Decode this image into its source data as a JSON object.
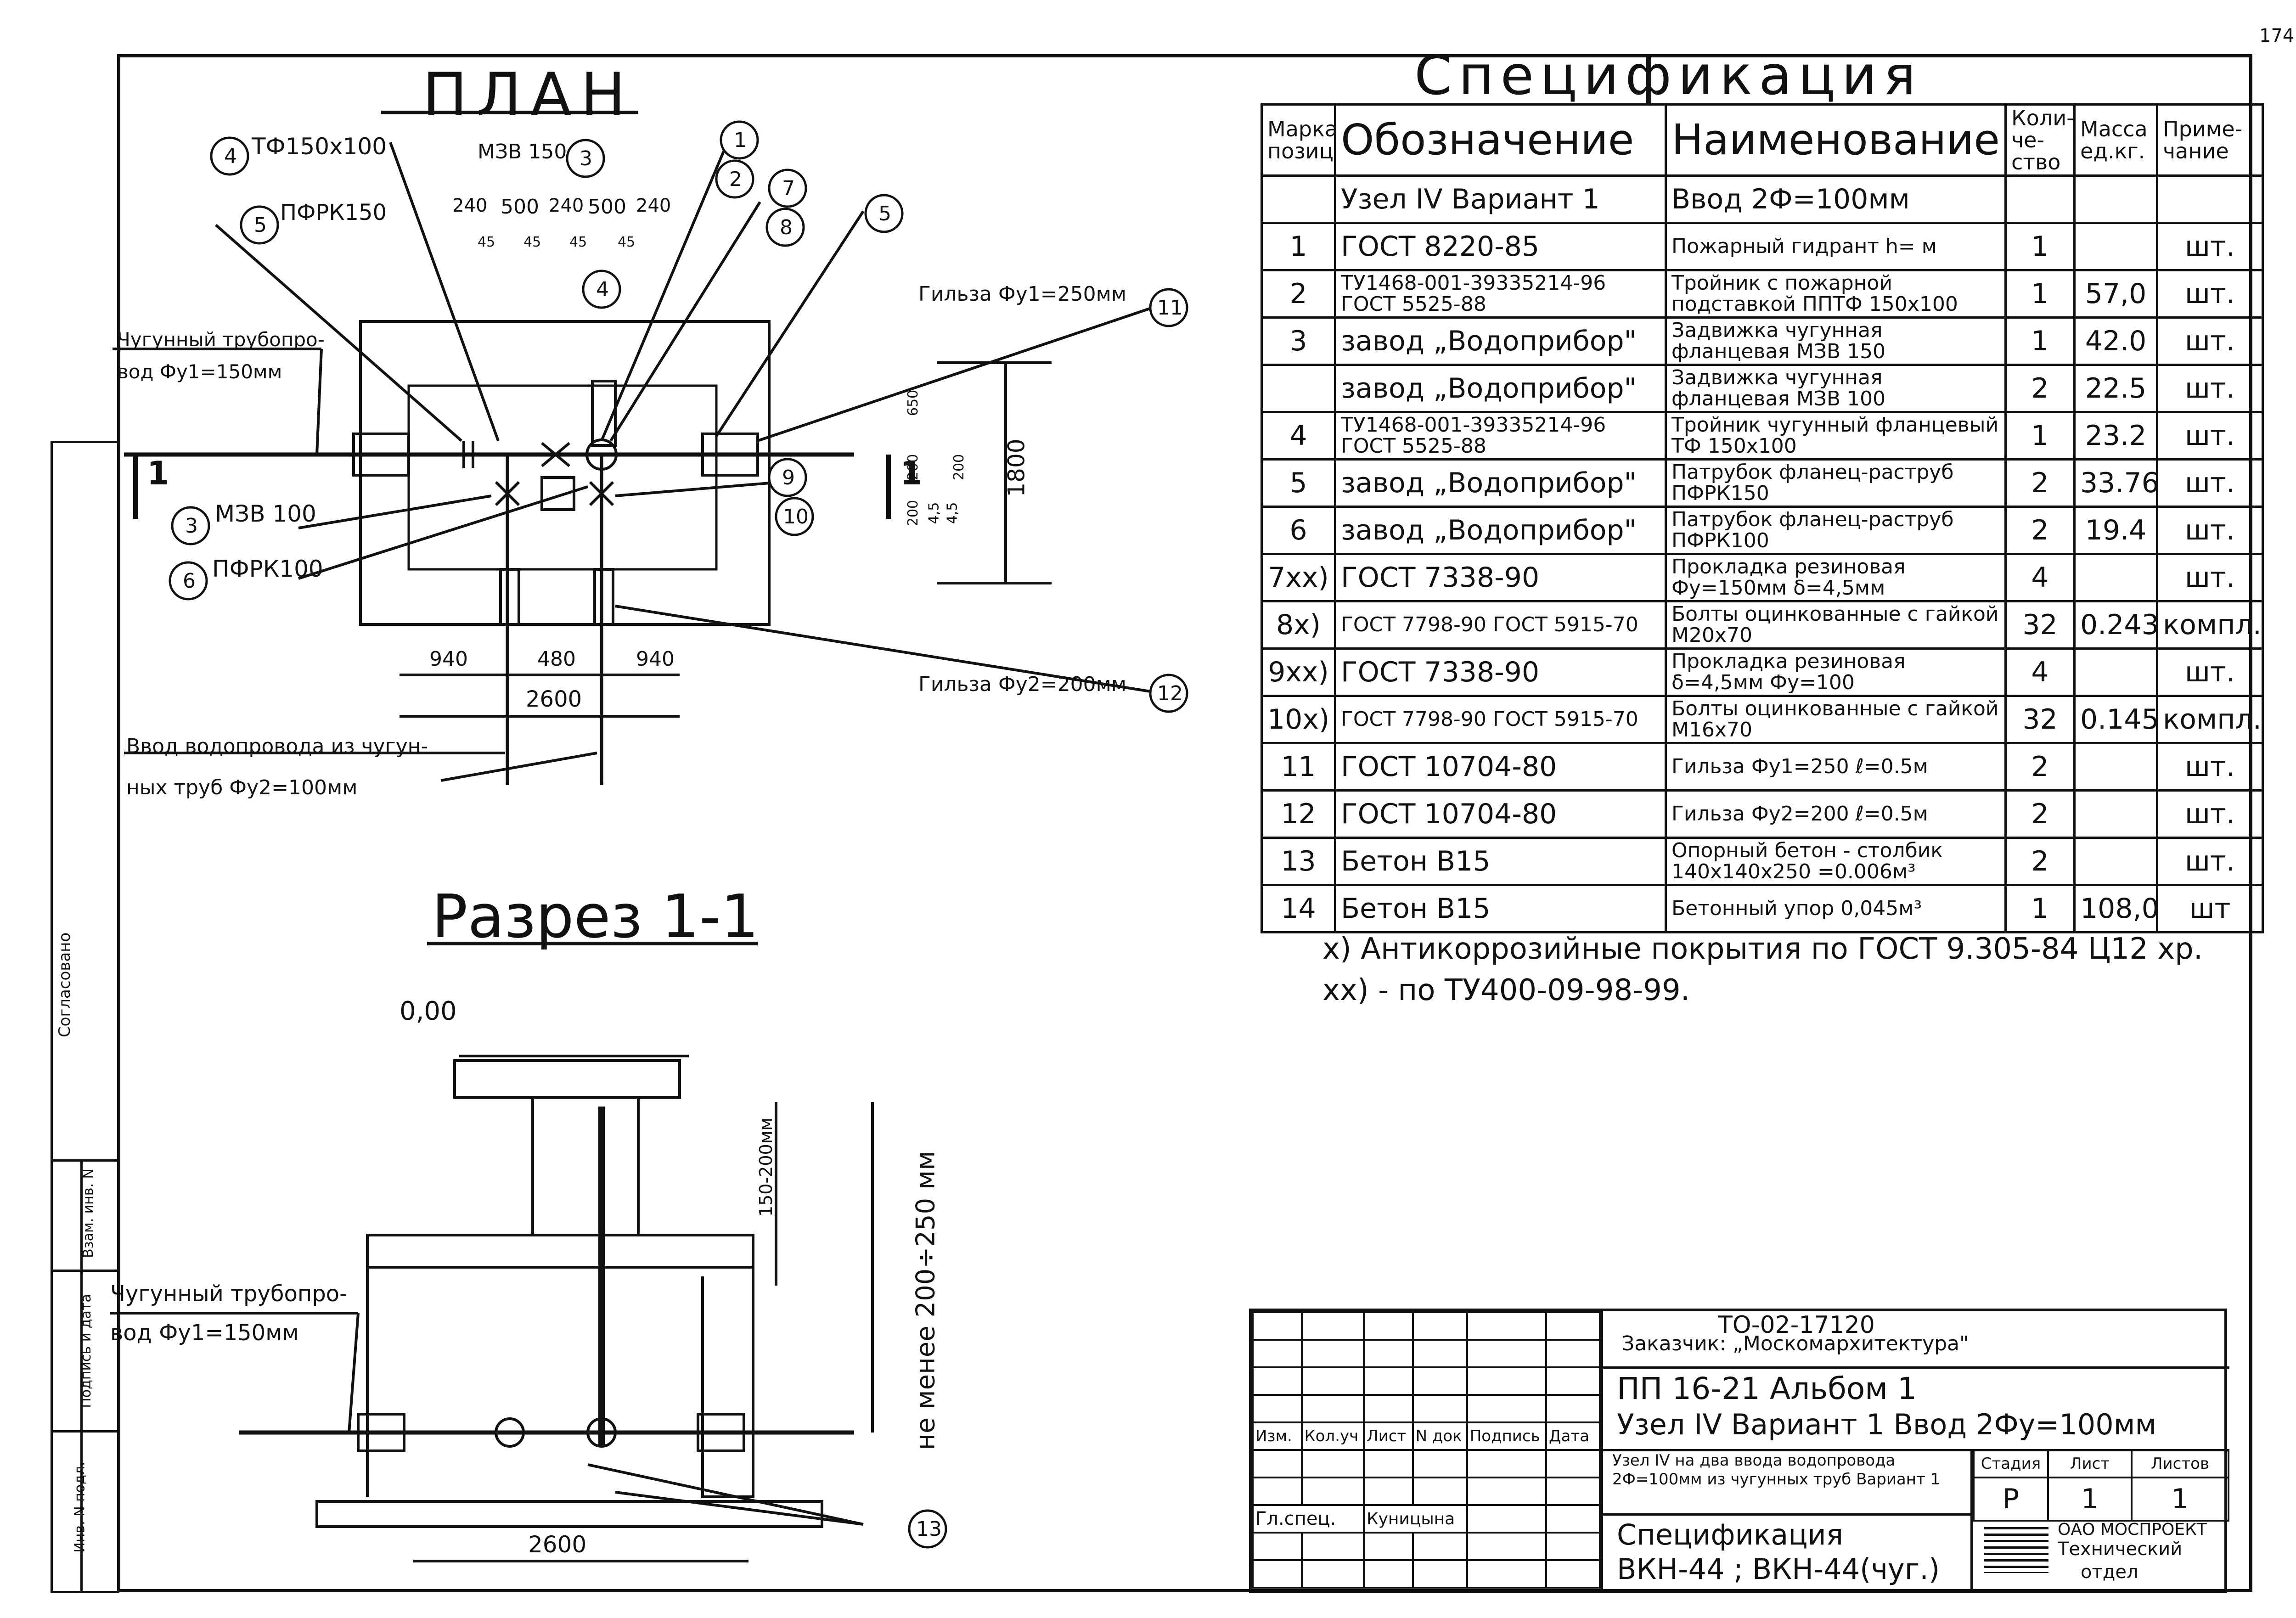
{
  "page_number": "174",
  "side_stamp": {
    "agreed": "Согласовано",
    "inv_no": "Взам. инв. N",
    "sign_date": "Подпись и дата",
    "inv_podl": "Инв. N подл."
  },
  "plan": {
    "title": "ПЛАН",
    "labels": {
      "tf": "ТФ150х100",
      "mzv150": "МЗВ 150",
      "pfrk150": "ПФРК150",
      "mzv100": "МЗВ 100",
      "pfrk100": "ПФРК100",
      "pipe_main_1": "Чугунный трубопро-",
      "pipe_main_2": "вод Фу1=150мм",
      "sleeve1": "Гильза Фу1=250мм",
      "sleeve2": "Гильза Фу2=200мм",
      "inlet_1": "Ввод водопровода из чугун-",
      "inlet_2": "ных труб Фу2=100мм",
      "section_mark": "1"
    },
    "dims_top": [
      "240",
      "500",
      "240",
      "500",
      "240"
    ],
    "dims_top_small": [
      "45",
      "45",
      "45",
      "45"
    ],
    "dims_bottom": [
      "940",
      "480",
      "940"
    ],
    "dim_total": "2600",
    "dim_right": "1800",
    "dims_right_small": [
      "650",
      "200",
      "4,5",
      "4,5",
      "200",
      "200"
    ],
    "callouts": [
      "1",
      "2",
      "3",
      "4",
      "5",
      "6",
      "7",
      "8",
      "9",
      "10",
      "11",
      "12"
    ]
  },
  "section": {
    "title": "Разрез 1-1",
    "level": "0,00",
    "depth_label": "150-200мм",
    "height_label": "не менее 200÷250 мм",
    "pipe_1": "Чугунный трубопро-",
    "pipe_2": "вод Фу1=150мм",
    "dim_total": "2600",
    "callout": "13"
  },
  "spec": {
    "title": "Спецификация",
    "headers": {
      "pos": "Марка позиц.",
      "designation": "Обозначение",
      "name": "Наименование",
      "qty": "Коли- че- ство",
      "mass": "Масса ед.кг.",
      "note": "Приме- чание"
    },
    "group": {
      "designation": "Узел IV Вариант 1",
      "name": "Ввод 2Ф=100мм"
    },
    "rows": [
      {
        "pos": "1",
        "designation": "ГОСТ 8220-85",
        "name": "Пожарный гидрант h= м",
        "qty": "1",
        "mass": "",
        "note": "шт."
      },
      {
        "pos": "2",
        "designation": "ТУ1468-001-39335214-96 ГОСТ 5525-88",
        "name": "Тройник с пожарной подставкой ППТФ 150х100",
        "qty": "1",
        "mass": "57,0",
        "note": "шт."
      },
      {
        "pos": "3",
        "designation": "завод „Водоприбор\"",
        "name": "Задвижка чугунная фланцевая МЗВ 150",
        "qty": "1",
        "mass": "42.0",
        "note": "шт."
      },
      {
        "pos": "",
        "designation": "завод „Водоприбор\"",
        "name": "Задвижка чугунная фланцевая МЗВ 100",
        "qty": "2",
        "mass": "22.5",
        "note": "шт."
      },
      {
        "pos": "4",
        "designation": "ТУ1468-001-39335214-96 ГОСТ 5525-88",
        "name": "Тройник чугунный фланцевый ТФ 150х100",
        "qty": "1",
        "mass": "23.2",
        "note": "шт."
      },
      {
        "pos": "5",
        "designation": "завод „Водоприбор\"",
        "name": "Патрубок фланец-раструб ПФРК150",
        "qty": "2",
        "mass": "33.76",
        "note": "шт."
      },
      {
        "pos": "6",
        "designation": "завод „Водоприбор\"",
        "name": "Патрубок фланец-раструб ПФРК100",
        "qty": "2",
        "mass": "19.4",
        "note": "шт."
      },
      {
        "pos": "7xx)",
        "designation": "ГОСТ 7338-90",
        "name": "Прокладка резиновая Фу=150мм δ=4,5мм",
        "qty": "4",
        "mass": "",
        "note": "шт."
      },
      {
        "pos": "8x)",
        "designation": "ГОСТ 7798-90 ГОСТ 5915-70",
        "name": "Болты оцинкованные с гайкой М20х70",
        "qty": "32",
        "mass": "0.243",
        "note": "компл."
      },
      {
        "pos": "9xx)",
        "designation": "ГОСТ 7338-90",
        "name": "Прокладка резиновая δ=4,5мм Фу=100",
        "qty": "4",
        "mass": "",
        "note": "шт."
      },
      {
        "pos": "10x)",
        "designation": "ГОСТ 7798-90 ГОСТ 5915-70",
        "name": "Болты оцинкованные с гайкой М16х70",
        "qty": "32",
        "mass": "0.145",
        "note": "компл."
      },
      {
        "pos": "11",
        "designation": "ГОСТ 10704-80",
        "name": "Гильза Фу1=250 ℓ=0.5м",
        "qty": "2",
        "mass": "",
        "note": "шт."
      },
      {
        "pos": "12",
        "designation": "ГОСТ 10704-80",
        "name": "Гильза Фу2=200 ℓ=0.5м",
        "qty": "2",
        "mass": "",
        "note": "шт."
      },
      {
        "pos": "13",
        "designation": "Бетон В15",
        "name": "Опорный бетон - столбик 140х140х250 =0.006м³",
        "qty": "2",
        "mass": "",
        "note": "шт."
      },
      {
        "pos": "14",
        "designation": "Бетон В15",
        "name": "Бетонный упор 0,045м³",
        "qty": "1",
        "mass": "108,0",
        "note": "шт"
      }
    ],
    "notes": [
      "х) Антикоррозийные покрытия по ГОСТ 9.305-84 Ц12 хр.",
      "хх) - по ТУ400-09-98-99."
    ]
  },
  "title_block": {
    "code": "ТО-02-17120",
    "customer": "Заказчик: „Москомархитектура\"",
    "album": "ПП 16-21   Альбом 1",
    "node": "Узел IV  Вариант 1  Ввод 2Фу=100мм",
    "desc": "Узел IV на два ввода водопровода 2Ф=100мм из чугунных труб Вариант 1",
    "sheet_name_1": "Спецификация",
    "sheet_name_2": "ВКН-44 ; ВКН-44(чуг.)",
    "cols": [
      "Изм.",
      "Кол.уч",
      "Лист",
      "N док",
      "Подпись",
      "Дата"
    ],
    "role": "Гл.спец.",
    "person": "Куницына",
    "stage_h": "Стадия",
    "sheet_h": "Лист",
    "sheets_h": "Листов",
    "stage": "Р",
    "sheet": "1",
    "sheets": "1",
    "org_1": "ОАО МОСПРОЕКТ",
    "org_2": "Технический",
    "org_3": "отдел"
  }
}
